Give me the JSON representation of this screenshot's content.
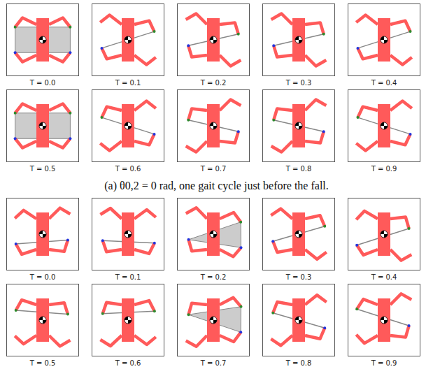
{
  "diagram": {
    "caption": "(a) θ0,2 = 0 rad, one gait cycle just before the fall.",
    "nodes": [
      {
        "text": [
          "T = 0.0"
        ]
      },
      {
        "text": [
          "T = 0.1"
        ]
      },
      {
        "text": [
          "T = 0.2"
        ]
      },
      {
        "text": [
          "T = 0.3"
        ]
      },
      {
        "text": [
          "T = 0.4"
        ]
      },
      {
        "text": [
          "T = 0.5"
        ]
      },
      {
        "text": [
          "T = 0.6"
        ]
      },
      {
        "text": [
          "T = 0.7"
        ]
      },
      {
        "text": [
          "T = 0.8"
        ]
      },
      {
        "text": [
          "T = 0.9"
        ]
      },
      {
        "text": [
          "T = 0.0"
        ]
      },
      {
        "text": [
          "T = 0.1"
        ]
      },
      {
        "text": [
          "T = 0.2"
        ]
      },
      {
        "text": [
          "T = 0.3"
        ]
      },
      {
        "text": [
          "T = 0.4"
        ]
      },
      {
        "text": [
          "T = 0.5"
        ]
      },
      {
        "text": [
          "T = 0.6"
        ]
      },
      {
        "text": [
          "T = 0.7"
        ]
      },
      {
        "text": [
          "T = 0.8"
        ]
      },
      {
        "text": [
          "T = 0.9"
        ]
      }
    ]
  }
}
